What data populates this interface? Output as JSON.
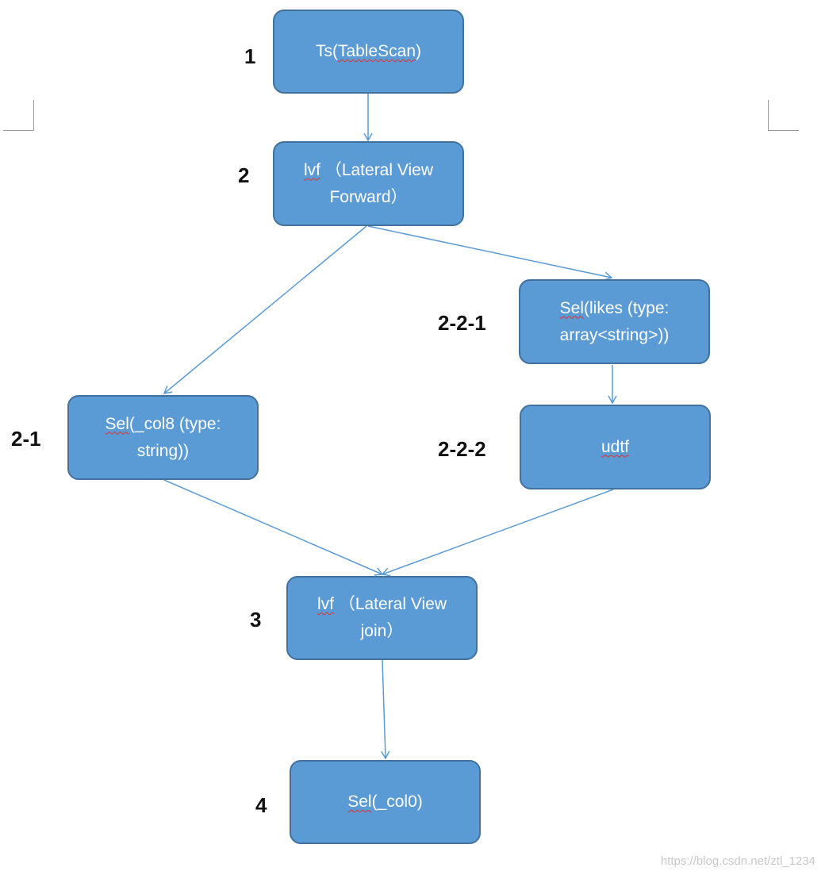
{
  "nodes": {
    "ts": {
      "prefix": "Ts(",
      "squiggle": "TableScan",
      "suffix": ")",
      "line2": ""
    },
    "lvf_forward": {
      "prefix": "",
      "squiggle": "lvf",
      "suffix": " （Lateral View",
      "line2": "Forward）"
    },
    "sel_likes": {
      "prefix": "",
      "squiggle": "Sel",
      "suffix": "(likes (type:",
      "line2": "array<string>))"
    },
    "sel_col8": {
      "prefix": "",
      "squiggle": "Sel",
      "suffix": "(_col8 (type:",
      "line2": "string))"
    },
    "udtf": {
      "prefix": "",
      "squiggle": "udtf",
      "suffix": "",
      "line2": ""
    },
    "lvf_join": {
      "prefix": "",
      "squiggle": "lvf",
      "suffix": " （Lateral View",
      "line2": "join）"
    },
    "sel_col0": {
      "prefix": "",
      "squiggle": "Sel",
      "suffix": "(_col0)",
      "line2": ""
    }
  },
  "steps": {
    "s1": "1",
    "s2": "2",
    "s2_2_1": "2-2-1",
    "s2_1": "2-1",
    "s2_2_2": "2-2-2",
    "s3": "3",
    "s4": "4"
  },
  "watermark": "https://blog.csdn.net/ztl_1234",
  "colors": {
    "box_fill": "#5b9bd5",
    "box_border": "#41719c",
    "arrow": "#5b9bd5",
    "squiggle": "#e0322c"
  }
}
